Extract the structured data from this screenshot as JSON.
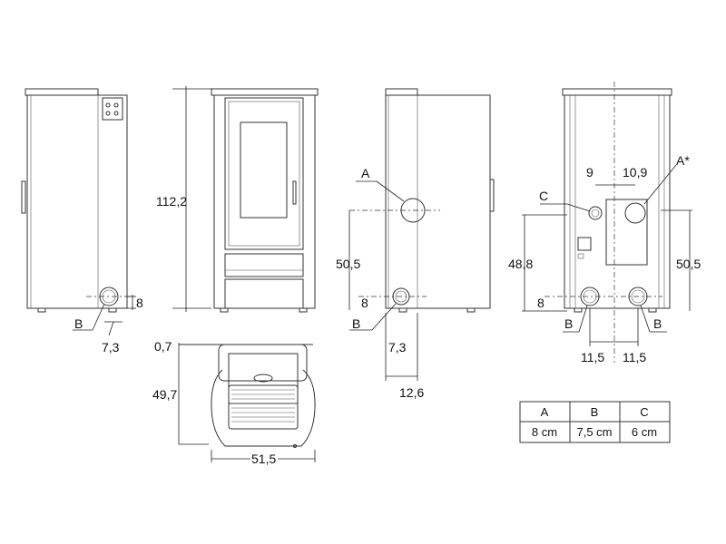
{
  "views": {
    "side_left": {
      "label_b": "B",
      "dim_8": "8",
      "dim_7_3": "7,3"
    },
    "front": {
      "dim_height": "112,2"
    },
    "side_right": {
      "label_a": "A",
      "label_b": "B",
      "dim_50_5": "50,5",
      "dim_8": "8",
      "dim_7_3": "7,3",
      "dim_12_6": "12,6"
    },
    "back": {
      "label_c": "C",
      "label_a_star": "A*",
      "label_b1": "B",
      "label_b2": "B",
      "dim_9": "9",
      "dim_10_9": "10,9",
      "dim_48_8": "48,8",
      "dim_50_5": "50,5",
      "dim_8": "8",
      "dim_11_5_left": "11,5",
      "dim_11_5_right": "11,5"
    },
    "top": {
      "dim_0_7": "0,7",
      "dim_49_7": "49,7",
      "dim_51_5": "51,5"
    }
  },
  "table": {
    "headers": [
      "A",
      "B",
      "C"
    ],
    "values": [
      "8 cm",
      "7,5 cm",
      "6 cm"
    ]
  }
}
